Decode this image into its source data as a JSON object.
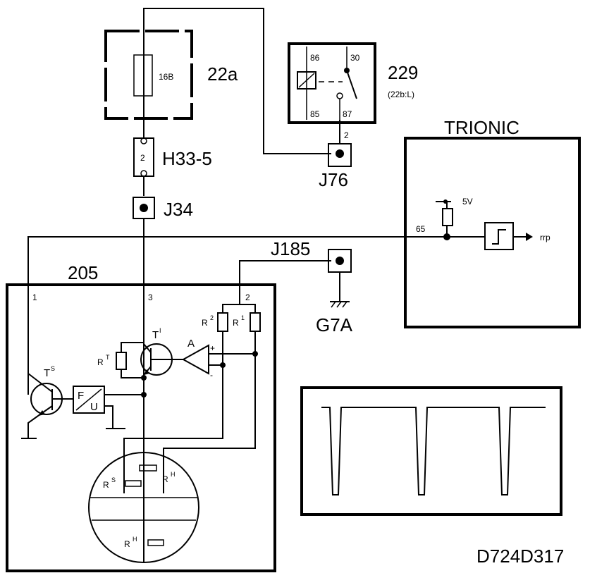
{
  "fuse_box": {
    "label": "22a",
    "fuse_rating": "16B"
  },
  "relay": {
    "label": "229",
    "sublabel": "(22b:L)",
    "pin_86": "86",
    "pin_30": "30",
    "pin_85": "85",
    "pin_87": "87"
  },
  "connector_h33": {
    "label": "H33-5",
    "pin": "2"
  },
  "connector_j34": {
    "label": "J34"
  },
  "connector_j76": {
    "label": "J76",
    "pin": "2"
  },
  "connector_j185": {
    "label": "J185"
  },
  "ground": {
    "label": "G7A"
  },
  "trionic": {
    "label": "TRIONIC",
    "pin": "65",
    "supply": "5V",
    "output": "rrp"
  },
  "sensor_205": {
    "label": "205",
    "pin_1": "1",
    "pin_3": "3",
    "pin_2": "2",
    "transistor_s": "T",
    "transistor_s_sup": "S",
    "transistor_i": "T",
    "transistor_i_sup": "I",
    "resistor_t": "R",
    "resistor_t_sup": "T",
    "resistor_2": "R",
    "resistor_2_sup": "2",
    "resistor_1": "R",
    "resistor_1_sup": "1",
    "amplifier": "A",
    "amp_plus": "+",
    "amp_minus": "-",
    "converter_f": "F",
    "converter_u": "U",
    "resistor_s": "R",
    "resistor_s_sup": "S",
    "resistor_h1": "R",
    "resistor_h1_sup": "H",
    "resistor_h2": "R",
    "resistor_h2_sup": "H"
  },
  "drawing_id": "D724D317",
  "colors": {
    "line": "#000000",
    "background": "#ffffff"
  }
}
